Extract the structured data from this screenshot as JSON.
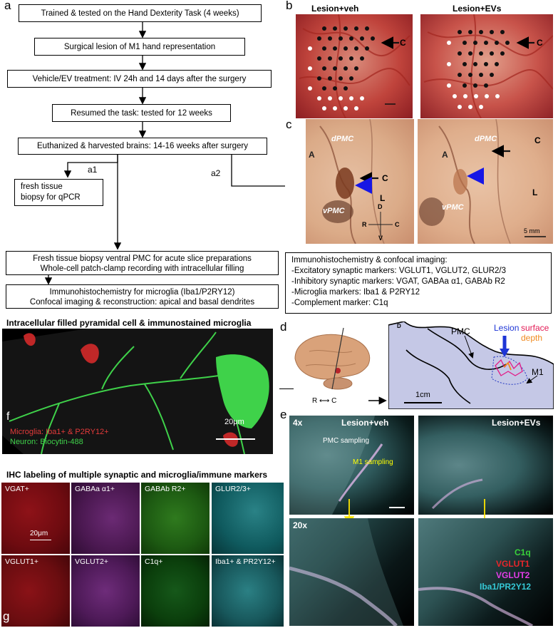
{
  "panels": {
    "a": "a",
    "b": "b",
    "c": "c",
    "d": "d",
    "e": "e",
    "f": "f",
    "g": "g"
  },
  "flow": {
    "step1": "Trained & tested on the Hand Dexterity Task (4 weeks)",
    "step2": "Surgical lesion of M1 hand representation",
    "step3": "Vehicle/EV treatment: IV 24h and 14 days after the surgery",
    "step4": "Resumed the task: tested for 12 weeks",
    "step5": "Euthanized & harvested brains: 14-16 weeks after surgery",
    "branch_a1": "a1",
    "branch_a2": "a2",
    "qpcr": [
      "fresh tissue",
      "biopsy for qPCR"
    ],
    "slice": [
      "Fresh tissue biopsy ventral PMC for acute slice preparations",
      "Whole-cell patch-clamp recording with intracellular filling"
    ],
    "microglia": [
      "Immunohistochemistry for microglia (Iba1/P2RY12)",
      "Confocal imaging & reconstruction: apical and basal dendrites"
    ],
    "ihc": [
      "Immunohistochemistry & confocal imaging:",
      "-Excitatory synaptic markers: VGLUT1, VGLUT2, GLUR2/3",
      "-Inhibitory synaptic markers: VGAT, GABAa α1, GABAb R2",
      "-Microglia markers: Iba1 & P2RY12",
      "-Complement marker: C1q"
    ]
  },
  "panel_b": {
    "left_title": "Lesion+veh",
    "right_title": "Lesion+EVs",
    "c_label": "C"
  },
  "panel_c": {
    "A": "A",
    "dPMC": "dPMC",
    "C": "C",
    "L": "L",
    "vPMC": "vPMC",
    "D": "D",
    "R": "R",
    "Cc": "C",
    "V": "V",
    "scale": "5 mm"
  },
  "panel_d": {
    "D": "D",
    "PMC": "PMC",
    "lesion": "Lesion",
    "surface": "surface",
    "depth": "depth",
    "M1": "M1",
    "scale": "1cm",
    "axis": "R ⟷ C"
  },
  "panel_e": {
    "left_title": "Lesion+veh",
    "right_title": "Lesion+EVs",
    "mag4": "4x",
    "mag20": "20x",
    "pmc_sampling": "PMC sampling",
    "m1_sampling": "M1 sampling",
    "legend": [
      {
        "label": "C1q",
        "color": "#39d13a"
      },
      {
        "label": "VGLUT1",
        "color": "#e8262b"
      },
      {
        "label": "VGLUT2",
        "color": "#e43de8"
      },
      {
        "label": "Iba1/PR2Y12",
        "color": "#35c9d6"
      }
    ]
  },
  "panel_f": {
    "title": "Intracellular filled pyramidal cell & immunostained microglia",
    "microglia_label": "Microglia: Iba1+ & P2RY12+",
    "neuron_label": "Neuron: Biocytin-488",
    "scale": "20μm"
  },
  "panel_g": {
    "title": "IHC labeling of multiple synaptic and microglia/immune markers",
    "scale": "20μm",
    "tiles": [
      {
        "label": "VGAT+",
        "color": "#6e0b10"
      },
      {
        "label": "GABAa α1+",
        "color": "#4a1850"
      },
      {
        "label": "GABAb R2+",
        "color": "#1d5a12"
      },
      {
        "label": "GLUR2/3+",
        "color": "#0f5a5e"
      },
      {
        "label": "VGLUT1+",
        "color": "#6a0d10"
      },
      {
        "label": "VGLUT2+",
        "color": "#4e1a58"
      },
      {
        "label": "C1q+",
        "color": "#0b3f0c"
      },
      {
        "label": "Iba1+ & PR2Y12+",
        "color": "#18585c"
      }
    ]
  }
}
